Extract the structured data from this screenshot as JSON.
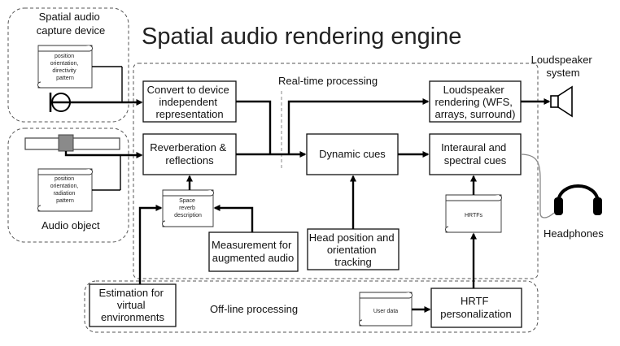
{
  "title": "Spatial audio rendering engine",
  "regions": {
    "realtime": "Real-time processing",
    "offline": "Off-line processing"
  },
  "capture_device": {
    "label": [
      "Spatial audio",
      "capture device"
    ],
    "scroll": [
      "position",
      "orientation,",
      "directivity",
      "pattern"
    ]
  },
  "audio_object": {
    "label": "Audio object",
    "scroll": [
      "position",
      "orientation,",
      "radiation",
      "pattern"
    ]
  },
  "boxes": {
    "convert": [
      "Convert to device",
      "independent",
      "representation"
    ],
    "reverb": [
      "Reverberation &",
      "reflections"
    ],
    "dynamic": [
      "Dynamic cues"
    ],
    "interaural": [
      "Interaural and",
      "spectral cues"
    ],
    "loudspeaker_rendering": [
      "Loudspeaker",
      "rendering (WFS,",
      "arrays, surround)"
    ],
    "measurement": [
      "Measurement for",
      "augmented audio"
    ],
    "head_tracking": [
      "Head position and",
      "orientation",
      "tracking"
    ],
    "estimation": [
      "Estimation for",
      "virtual",
      "environments"
    ],
    "hrtf_personalization": [
      "HRTF",
      "personalization"
    ]
  },
  "scrolls": {
    "space_reverb": [
      "Space",
      "reverb",
      "description"
    ],
    "hrtfs": [
      "HRTFs"
    ],
    "user_data": [
      "User data"
    ]
  },
  "outputs": {
    "loudspeaker": [
      "Loudspeaker",
      "system"
    ],
    "headphones": "Headphones"
  },
  "icons": [
    "microphone-icon",
    "loudspeaker-icon",
    "headphones-icon",
    "audio-timeline-icon",
    "scroll-icon"
  ]
}
